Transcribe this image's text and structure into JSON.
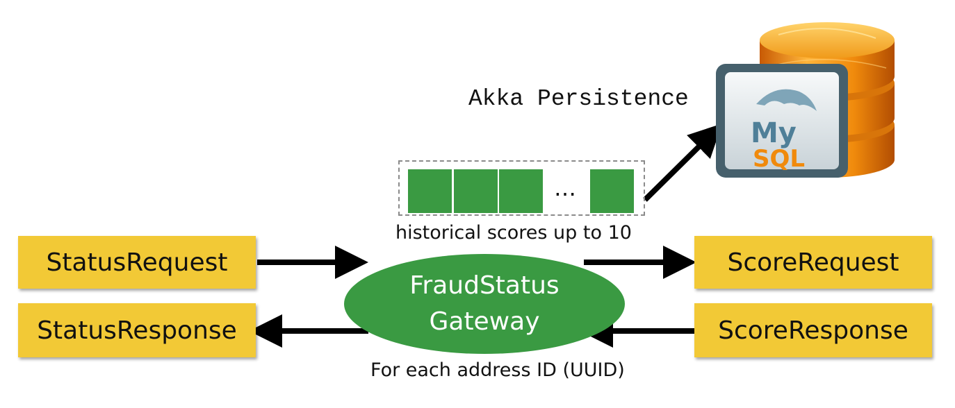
{
  "messages": {
    "status_request": "StatusRequest",
    "status_response": "StatusResponse",
    "score_request": "ScoreRequest",
    "score_response": "ScoreResponse"
  },
  "gateway": {
    "line1": "FraudStatus",
    "line2": "Gateway"
  },
  "history": {
    "caption": "historical scores up to 10",
    "ellipsis": "…"
  },
  "persistence": {
    "label": "Akka Persistence",
    "db_logo_top": "My",
    "db_logo_bottom": "SQL"
  },
  "footer": {
    "caption": "For each address ID (UUID)"
  },
  "colors": {
    "message_box": "#f2c936",
    "gateway": "#3a9a42",
    "arrows": "#000000",
    "database": "#f08a0c"
  },
  "icons": [
    "database-icon",
    "mysql-logo"
  ]
}
